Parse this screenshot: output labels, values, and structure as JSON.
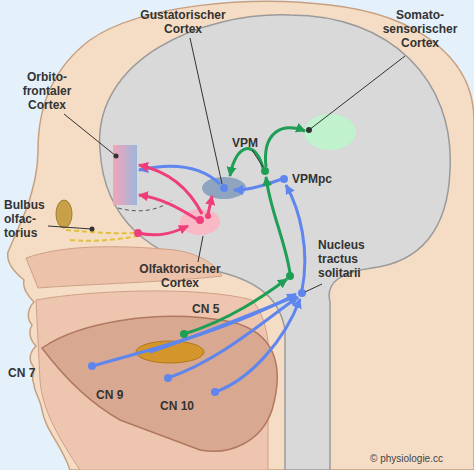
{
  "diagram": {
    "labels": [
      "Gustatorischer Cortex",
      "Somato- sensorischer Cortex",
      "Orbito- frontaler Cortex",
      "VPM",
      "VPMpc",
      "Bulbus olfac- torius",
      "Olfaktorischer Cortex",
      "Nucleus tractus solitarii",
      "CN 5",
      "CN 7",
      "CN 9",
      "CN 10",
      "© physiologie.cc"
    ]
  }
}
